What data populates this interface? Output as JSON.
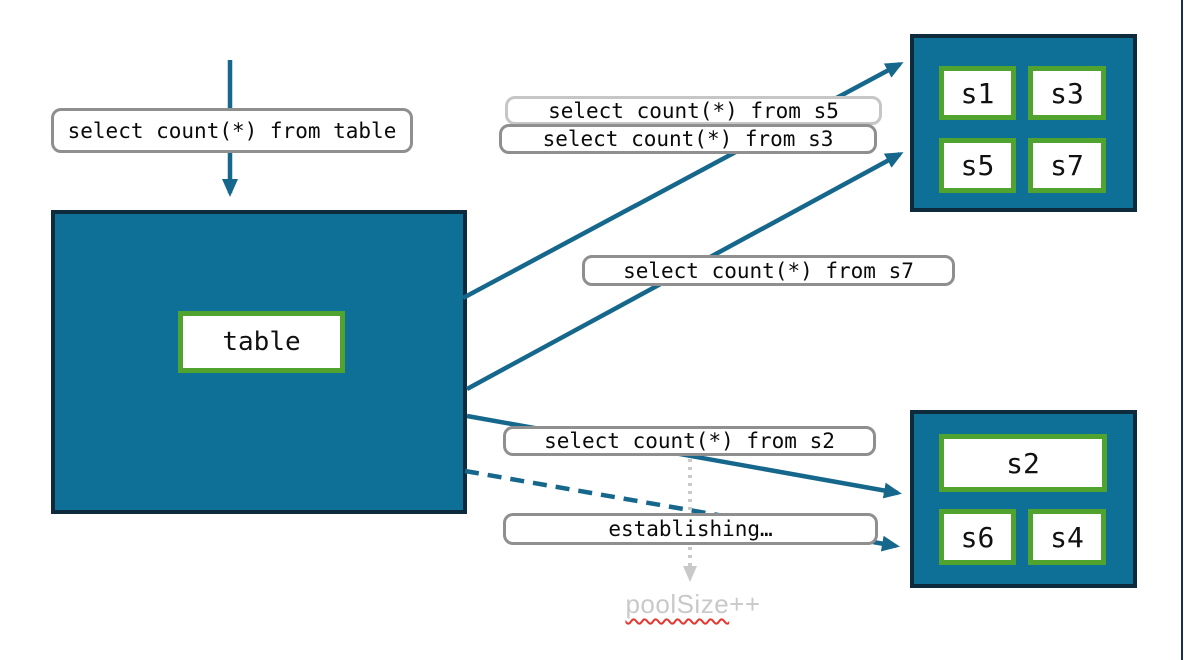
{
  "colors": {
    "teal_fill": "#0e7096",
    "dark_border": "#0d2b3c",
    "green_border": "#4fa32e",
    "arrow": "#16678c",
    "label_border": "#8f8f8f",
    "label_border_light": "#c6c6c6",
    "muted_text": "#c9c9c9",
    "squiggle_red": "#e4372e",
    "edge_line": "#14324a"
  },
  "labels": {
    "query_table": "select count(*) from table",
    "query_s5": "select count(*) from s5",
    "query_s3": "select count(*) from s3",
    "query_s7": "select count(*) from s7",
    "query_s2": "select count(*) from s2",
    "establishing": "establishing…",
    "pool_size_word": "poolSize",
    "pool_size_suffix": "++"
  },
  "main_table": {
    "label": "table"
  },
  "shards_top": [
    "s1",
    "s3",
    "s5",
    "s7"
  ],
  "shards_bottom": [
    "s2",
    "s6",
    "s4"
  ]
}
